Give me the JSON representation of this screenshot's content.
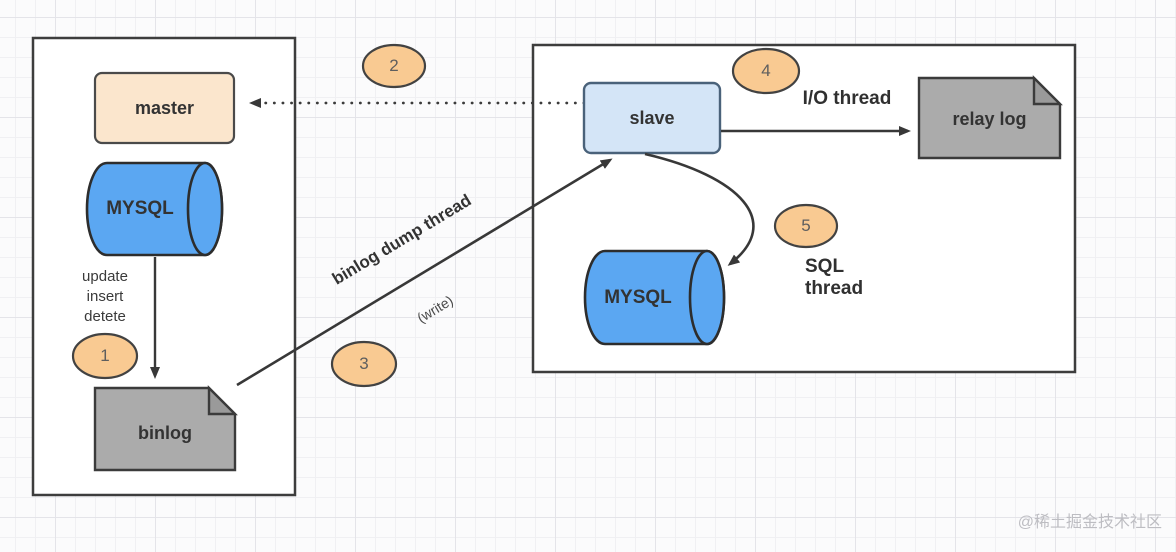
{
  "left_group": {
    "master_label": "master",
    "mysql_label": "MYSQL",
    "operations": "update\ninsert\ndetete",
    "binlog_label": "binlog"
  },
  "right_group": {
    "slave_label": "slave",
    "relay_log_label": "relay log",
    "mysql_label": "MYSQL"
  },
  "connections": {
    "binlog_dump_thread": "binlog dump thread",
    "write": "(write)",
    "io_thread": "I/O thread",
    "sql_thread": "SQL thread"
  },
  "steps": [
    "1",
    "2",
    "3",
    "4",
    "5"
  ],
  "watermark": "@稀土掘金技术社区",
  "colors": {
    "master_fill": "#FBE6CD",
    "slave_fill": "#D4E5F7",
    "cylinder_fill": "#5BA7F2",
    "document_fill": "#ABABAB",
    "step_badge_fill": "#F9CA92",
    "stroke_dark": "#3B3B3B"
  }
}
